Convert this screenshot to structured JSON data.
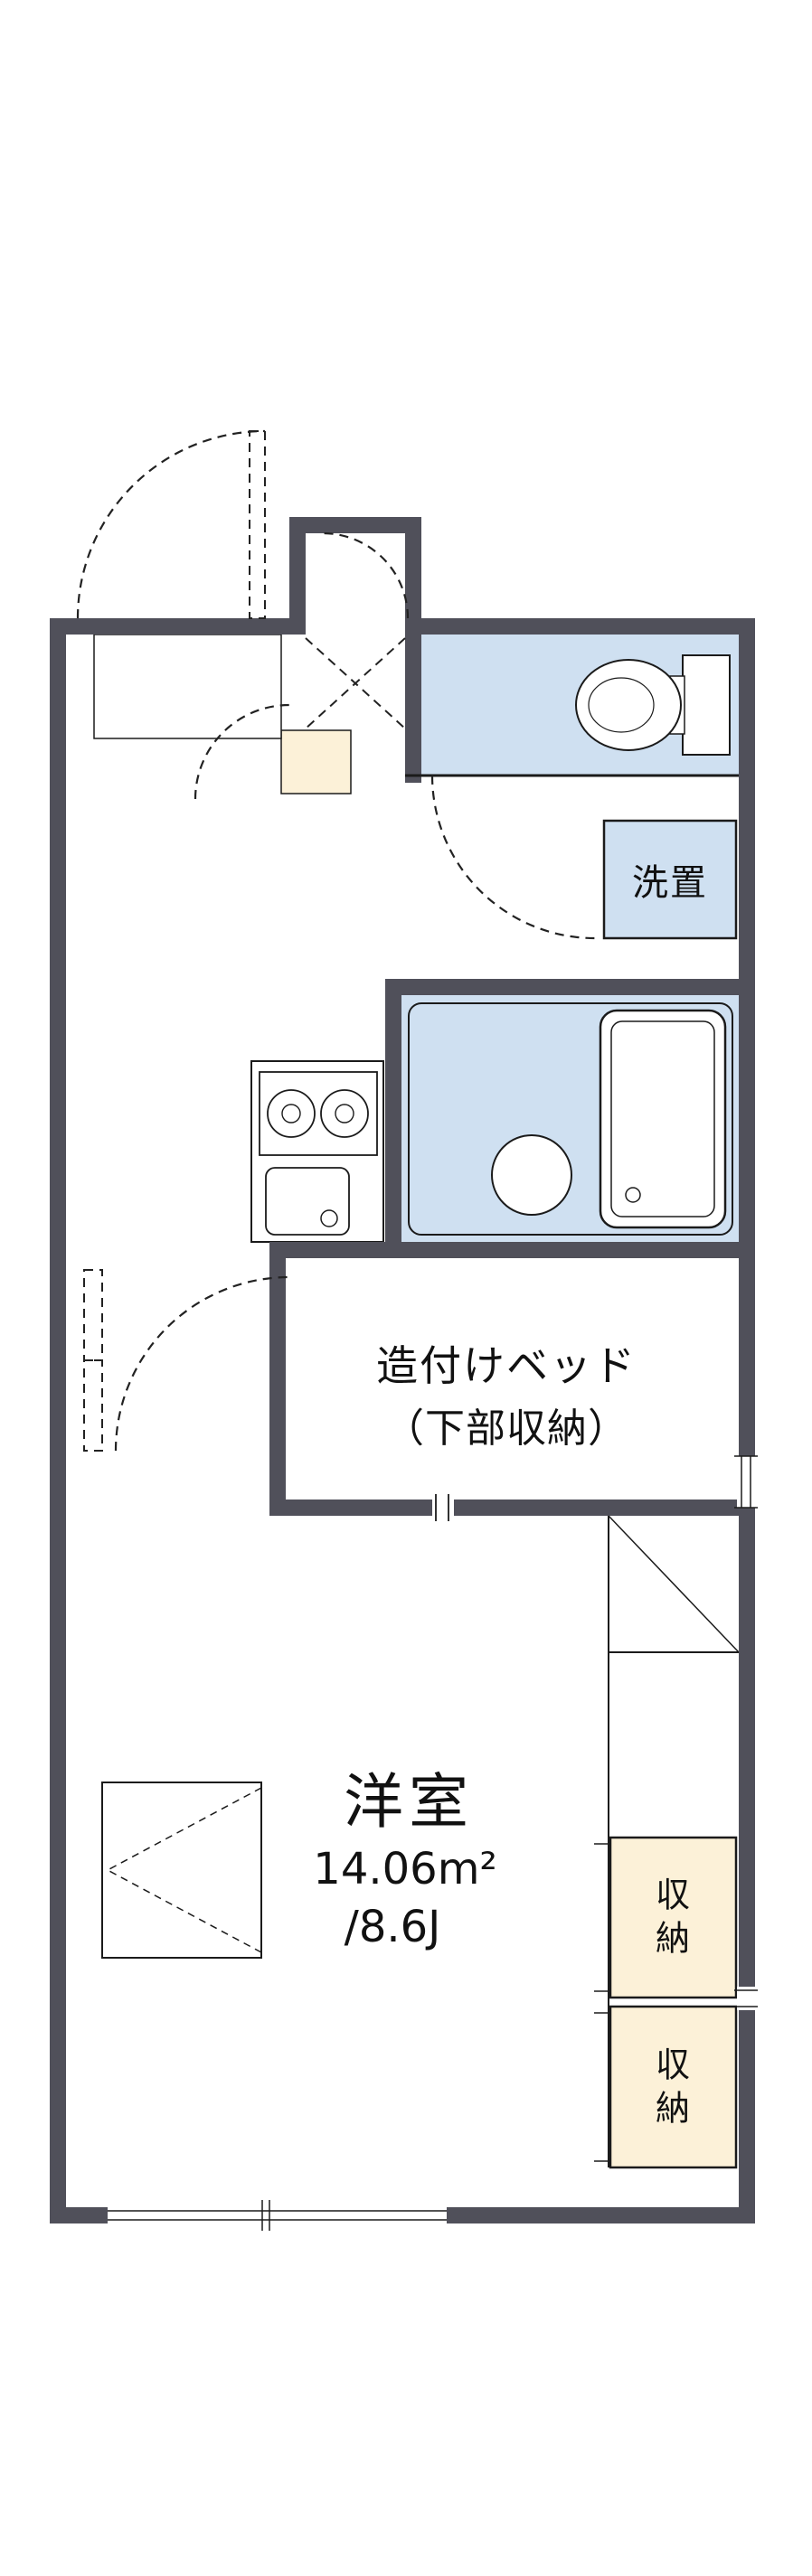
{
  "colors": {
    "wall": "#50505a",
    "water_room": "#cfe0f1",
    "storage": "#fcf1d8",
    "fixture": "#ffffff",
    "line": "#1b1b1b",
    "background": "#ffffff"
  },
  "labels": {
    "laundry": "洗置",
    "built_in_bed_line1": "造付けベッド",
    "built_in_bed_line2": "（下部収納）",
    "room_name": "洋室",
    "room_area_m2": "14.06m²",
    "room_area_tatami": "/8.6J",
    "closet_upper": "収納",
    "closet_lower": "収納"
  }
}
